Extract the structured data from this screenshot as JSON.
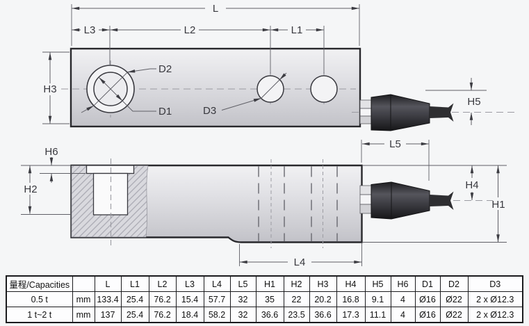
{
  "drawing": {
    "labels": {
      "L": "L",
      "L1": "L1",
      "L2": "L2",
      "L3": "L3",
      "L4": "L4",
      "L5": "L5",
      "H1": "H1",
      "H2": "H2",
      "H3": "H3",
      "H4": "H4",
      "H5": "H5",
      "H6": "H6",
      "D1": "D1",
      "D2": "D2",
      "D3": "D3"
    },
    "colors": {
      "outline": "#28282c",
      "gland": "#2e2e32",
      "background": "#f5f6f7"
    }
  },
  "table": {
    "capacity_header": "量程/Capacities",
    "unit_header": "",
    "columns": [
      "L",
      "L1",
      "L2",
      "L3",
      "L4",
      "L5",
      "H1",
      "H2",
      "H3",
      "H4",
      "H5",
      "H6",
      "D1",
      "D2",
      "D3"
    ],
    "rows": [
      {
        "capacity": "0.5 t",
        "unit": "mm",
        "values": [
          "133.4",
          "25.4",
          "76.2",
          "15.4",
          "57.7",
          "32",
          "35",
          "22",
          "20.2",
          "16.8",
          "9.1",
          "4",
          "Ø16",
          "Ø22",
          "2 x Ø12.3"
        ]
      },
      {
        "capacity": "1 t~2 t",
        "unit": "mm",
        "values": [
          "137",
          "25.4",
          "76.2",
          "18.4",
          "58.2",
          "32",
          "36.6",
          "23.5",
          "36.6",
          "17.3",
          "11.1",
          "4",
          "Ø16",
          "Ø22",
          "2 x Ø12.3"
        ]
      }
    ]
  }
}
